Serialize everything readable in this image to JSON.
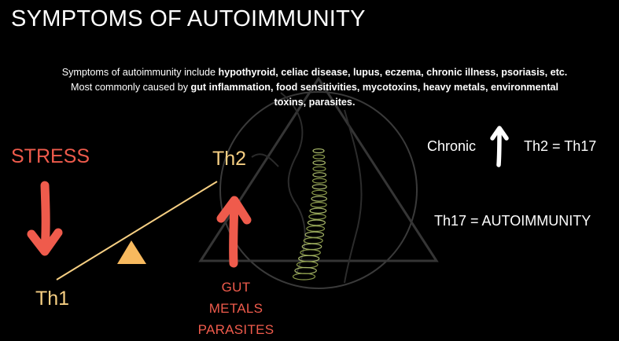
{
  "title": "SYMPTOMS OF AUTOIMMUNITY",
  "description": {
    "p1": "Symptoms of autoimmunity include ",
    "b1": "hypothyroid, celiac disease, lupus, eczema, chronic illness, psoriasis, etc.",
    "p2": " Most commonly caused by ",
    "b2": "gut inflammation, food sensitivities, mycotoxins, heavy metals, environmental toxins, parasites."
  },
  "left_diagram": {
    "stress_label": "STRESS",
    "th1_label": "Th1",
    "th2_label": "Th2",
    "causes": [
      "GUT",
      "METALS",
      "PARASITES"
    ]
  },
  "right_text": {
    "chronic_label": "Chronic",
    "th2_equals": "Th2 = Th17",
    "th17_equals": "Th17 = AUTOIMMUNITY"
  },
  "colors": {
    "background": "#000000",
    "red": "#ef5b4c",
    "yellow": "#f6cf83",
    "orange_triangle": "#f7b95e",
    "white": "#ffffff"
  },
  "icons": {
    "stress_arrow": "arrow-down-icon",
    "causes_arrow": "arrow-up-icon",
    "chronic_arrow": "arrow-up-icon",
    "fulcrum": "triangle-icon",
    "spine": "spine-illustration"
  }
}
